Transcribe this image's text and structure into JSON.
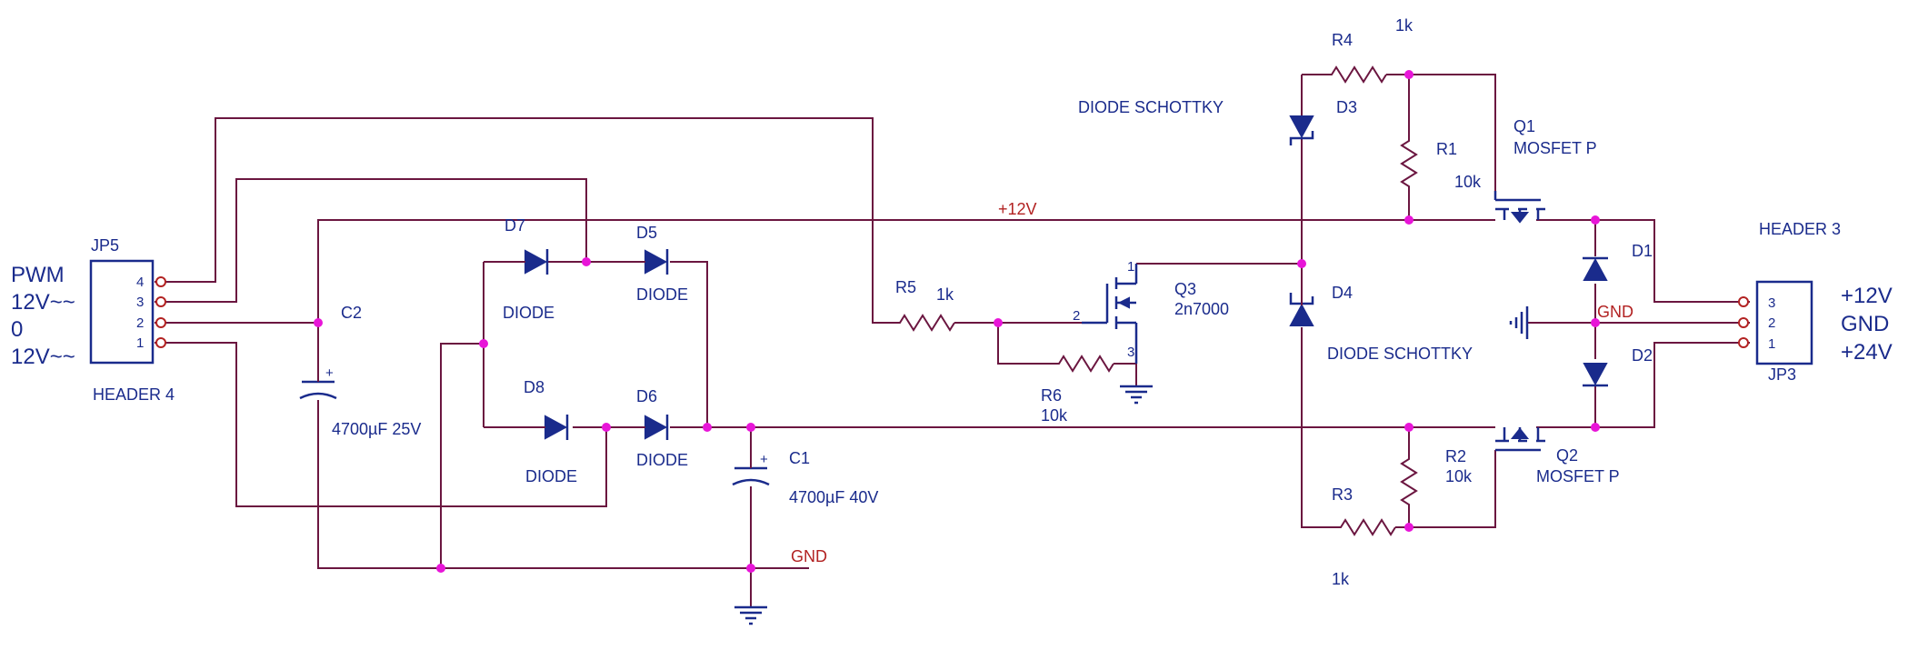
{
  "jp5": {
    "ref": "JP5",
    "name": "HEADER 4",
    "pins": [
      "4",
      "3",
      "2",
      "1"
    ],
    "signals": [
      "PWM",
      "12V~~",
      "0",
      "12V~~"
    ]
  },
  "jp3": {
    "ref": "JP3",
    "name": "HEADER 3",
    "pins": [
      "3",
      "2",
      "1"
    ],
    "signals": [
      "+12V",
      "GND",
      "+24V"
    ]
  },
  "c2": {
    "ref": "C2",
    "value": "4700µF 25V",
    "polarity": "+"
  },
  "c1": {
    "ref": "C1",
    "value": "4700µF 40V",
    "polarity": "+"
  },
  "d7": {
    "ref": "D7",
    "type": "DIODE"
  },
  "d5": {
    "ref": "D5",
    "type": "DIODE"
  },
  "d8": {
    "ref": "D8",
    "type": "DIODE"
  },
  "d6": {
    "ref": "D6",
    "type": "DIODE"
  },
  "r5": {
    "ref": "R5",
    "value": "1k"
  },
  "r6": {
    "ref": "R6",
    "value": "10k"
  },
  "q3": {
    "ref": "Q3",
    "part": "2n7000",
    "pin1": "1",
    "pin2": "2",
    "pin3": "3"
  },
  "r4": {
    "ref": "R4",
    "value": "1k"
  },
  "r1": {
    "ref": "R1",
    "value": "10k"
  },
  "r2": {
    "ref": "R2",
    "value": "10k"
  },
  "r3": {
    "ref": "R3",
    "value": "1k"
  },
  "d3": {
    "ref": "D3",
    "type": "DIODE SCHOTTKY"
  },
  "d4": {
    "ref": "D4",
    "type": "DIODE SCHOTTKY"
  },
  "q1": {
    "ref": "Q1",
    "part": "MOSFET P"
  },
  "q2": {
    "ref": "Q2",
    "part": "MOSFET P"
  },
  "d1": {
    "ref": "D1"
  },
  "d2": {
    "ref": "D2"
  },
  "nets": {
    "plus12": "+12V",
    "gnd_right": "GND",
    "gnd_bottom": "GND"
  },
  "colors": {
    "wire": "#6b1640",
    "component": "#1a2b8c",
    "junction": "#e815d8",
    "net_label": "#b22222"
  }
}
